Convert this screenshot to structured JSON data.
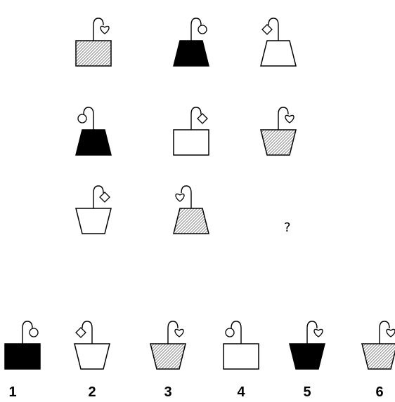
{
  "puzzle": {
    "question_mark": "?",
    "option_labels": [
      "1",
      "2",
      "3",
      "4",
      "5",
      "6"
    ]
  },
  "colors": {
    "ink": "#000000",
    "paper": "#ffffff",
    "hatch": "#6a6a6a"
  },
  "grid": [
    {
      "row": 1,
      "col": 1,
      "pot": "rectangle",
      "fill": "hatched",
      "flower": "heart",
      "side": "right"
    },
    {
      "row": 1,
      "col": 2,
      "pot": "trapezoid",
      "fill": "black",
      "flower": "circle",
      "side": "right"
    },
    {
      "row": 1,
      "col": 3,
      "pot": "trapezoid",
      "fill": "white",
      "flower": "diamond",
      "side": "left"
    },
    {
      "row": 2,
      "col": 1,
      "pot": "trapezoid",
      "fill": "black",
      "flower": "circle",
      "side": "left"
    },
    {
      "row": 2,
      "col": 2,
      "pot": "rectangle",
      "fill": "white",
      "flower": "diamond",
      "side": "right"
    },
    {
      "row": 2,
      "col": 3,
      "pot": "inverted-trapezoid",
      "fill": "hatched",
      "flower": "heart",
      "side": "right"
    },
    {
      "row": 3,
      "col": 1,
      "pot": "inverted-trapezoid",
      "fill": "white",
      "flower": "diamond",
      "side": "right"
    },
    {
      "row": 3,
      "col": 2,
      "pot": "trapezoid",
      "fill": "hatched",
      "flower": "heart",
      "side": "left"
    }
  ],
  "options": [
    {
      "label": "1",
      "pot": "rectangle",
      "fill": "black",
      "flower": "circle",
      "side": "right"
    },
    {
      "label": "2",
      "pot": "inverted-trapezoid",
      "fill": "white",
      "flower": "diamond",
      "side": "left"
    },
    {
      "label": "3",
      "pot": "inverted-trapezoid",
      "fill": "hatched",
      "flower": "heart",
      "side": "right"
    },
    {
      "label": "4",
      "pot": "rectangle",
      "fill": "white",
      "flower": "circle",
      "side": "left"
    },
    {
      "label": "5",
      "pot": "inverted-trapezoid",
      "fill": "black",
      "flower": "heart",
      "side": "right"
    },
    {
      "label": "6",
      "pot": "inverted-trapezoid",
      "fill": "hatched",
      "flower": "heart",
      "side": "right"
    }
  ]
}
